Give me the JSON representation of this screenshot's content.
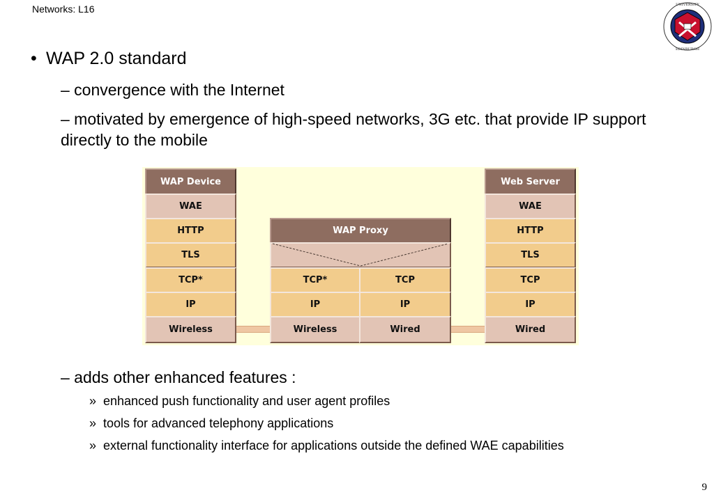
{
  "header": {
    "course": "Networks: L16"
  },
  "logo": {
    "ring_text": "THE UNIVERSITY OF EDINBURGH"
  },
  "content": {
    "bullet": "WAP 2.0 standard",
    "sub1": "– convergence with the Internet",
    "sub2": "– motivated by emergence of high-speed networks, 3G etc. that provide IP support directly to the mobile",
    "sub3": "– adds other enhanced features :",
    "features_marker": "»",
    "features": [
      "enhanced push functionality and user agent profiles",
      "tools for advanced telephony applications",
      "external functionality interface for applications outside the defined WAE capabilities"
    ]
  },
  "diagram": {
    "device": {
      "title": "WAP Device",
      "layers": [
        "WAE",
        "HTTP",
        "TLS",
        "TCP*",
        "IP",
        "Wireless"
      ]
    },
    "proxy": {
      "title": "WAP Proxy",
      "left_layers": [
        "TCP*",
        "IP",
        "Wireless"
      ],
      "right_layers": [
        "TCP",
        "IP",
        "Wired"
      ]
    },
    "server": {
      "title": "Web Server",
      "layers": [
        "WAE",
        "HTTP",
        "TLS",
        "TCP",
        "IP",
        "Wired"
      ]
    }
  },
  "page_number": "9"
}
